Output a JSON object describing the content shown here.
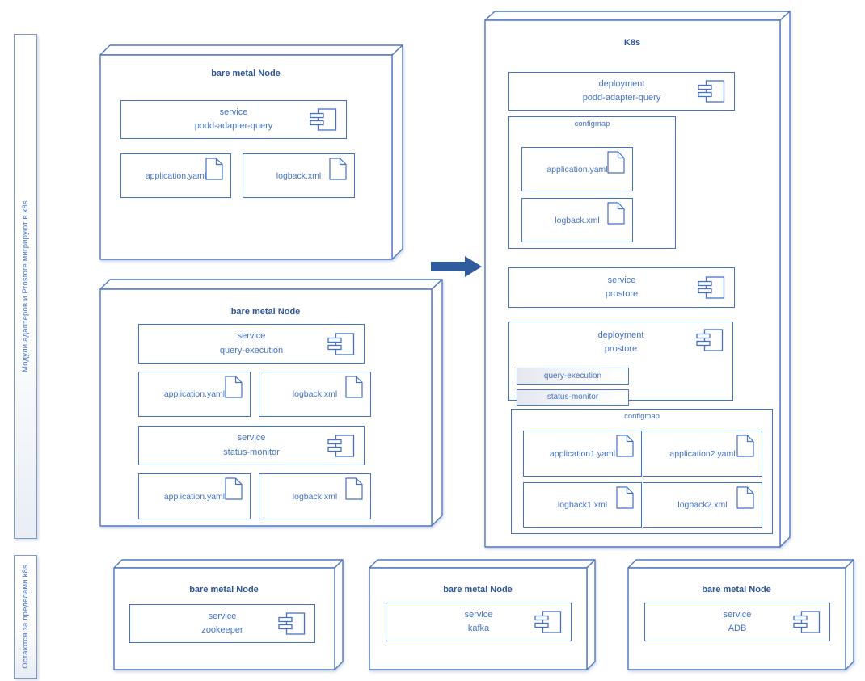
{
  "colors": {
    "line": "#4472C4",
    "title": "#2F5597",
    "arrow": "#2E5C9E",
    "chip_gradient_start": "#E4E7ED"
  },
  "sidebar": {
    "migrate_label": "Модули адаптеров и Prostore мигрируют в k8s",
    "stay_label": "Остаются за пределами k8s"
  },
  "icons": {
    "component": "uml-component-icon",
    "document": "document-icon",
    "arrow": "right-arrow-icon"
  },
  "nodes": {
    "podd": {
      "title": "bare metal Node",
      "service": {
        "line1": "service",
        "line2": "podd-adapter-query"
      },
      "files": [
        "application.yaml",
        "logback.xml"
      ]
    },
    "exec": {
      "title": "bare metal Node",
      "service1": {
        "line1": "service",
        "line2": "query-execution"
      },
      "files1": [
        "application.yaml",
        "logback.xml"
      ],
      "service2": {
        "line1": "service",
        "line2": "status-monitor"
      },
      "files2": [
        "application.yaml",
        "logback.xml"
      ]
    },
    "k8s": {
      "title": "K8s",
      "deployment1": {
        "line1": "deployment",
        "line2": "podd-adapter-query"
      },
      "configmap1": {
        "label": "configmap",
        "files": [
          "application.yaml",
          "logback.xml"
        ]
      },
      "service": {
        "line1": "service",
        "line2": "prostore"
      },
      "deployment2": {
        "line1": "deployment",
        "line2": "prostore",
        "pods": [
          "query-execution",
          "status-monitor"
        ]
      },
      "configmap2": {
        "label": "configmap",
        "files": [
          "application1.yaml",
          "application2.yaml",
          "logback1.xml",
          "logback2.xml"
        ]
      }
    },
    "zookeeper": {
      "title": "bare metal Node",
      "service": {
        "line1": "service",
        "line2": "zookeeper"
      }
    },
    "kafka": {
      "title": "bare metal Node",
      "service": {
        "line1": "service",
        "line2": "kafka"
      }
    },
    "adb": {
      "title": "bare metal Node",
      "service": {
        "line1": "service",
        "line2": "ADB"
      }
    }
  }
}
